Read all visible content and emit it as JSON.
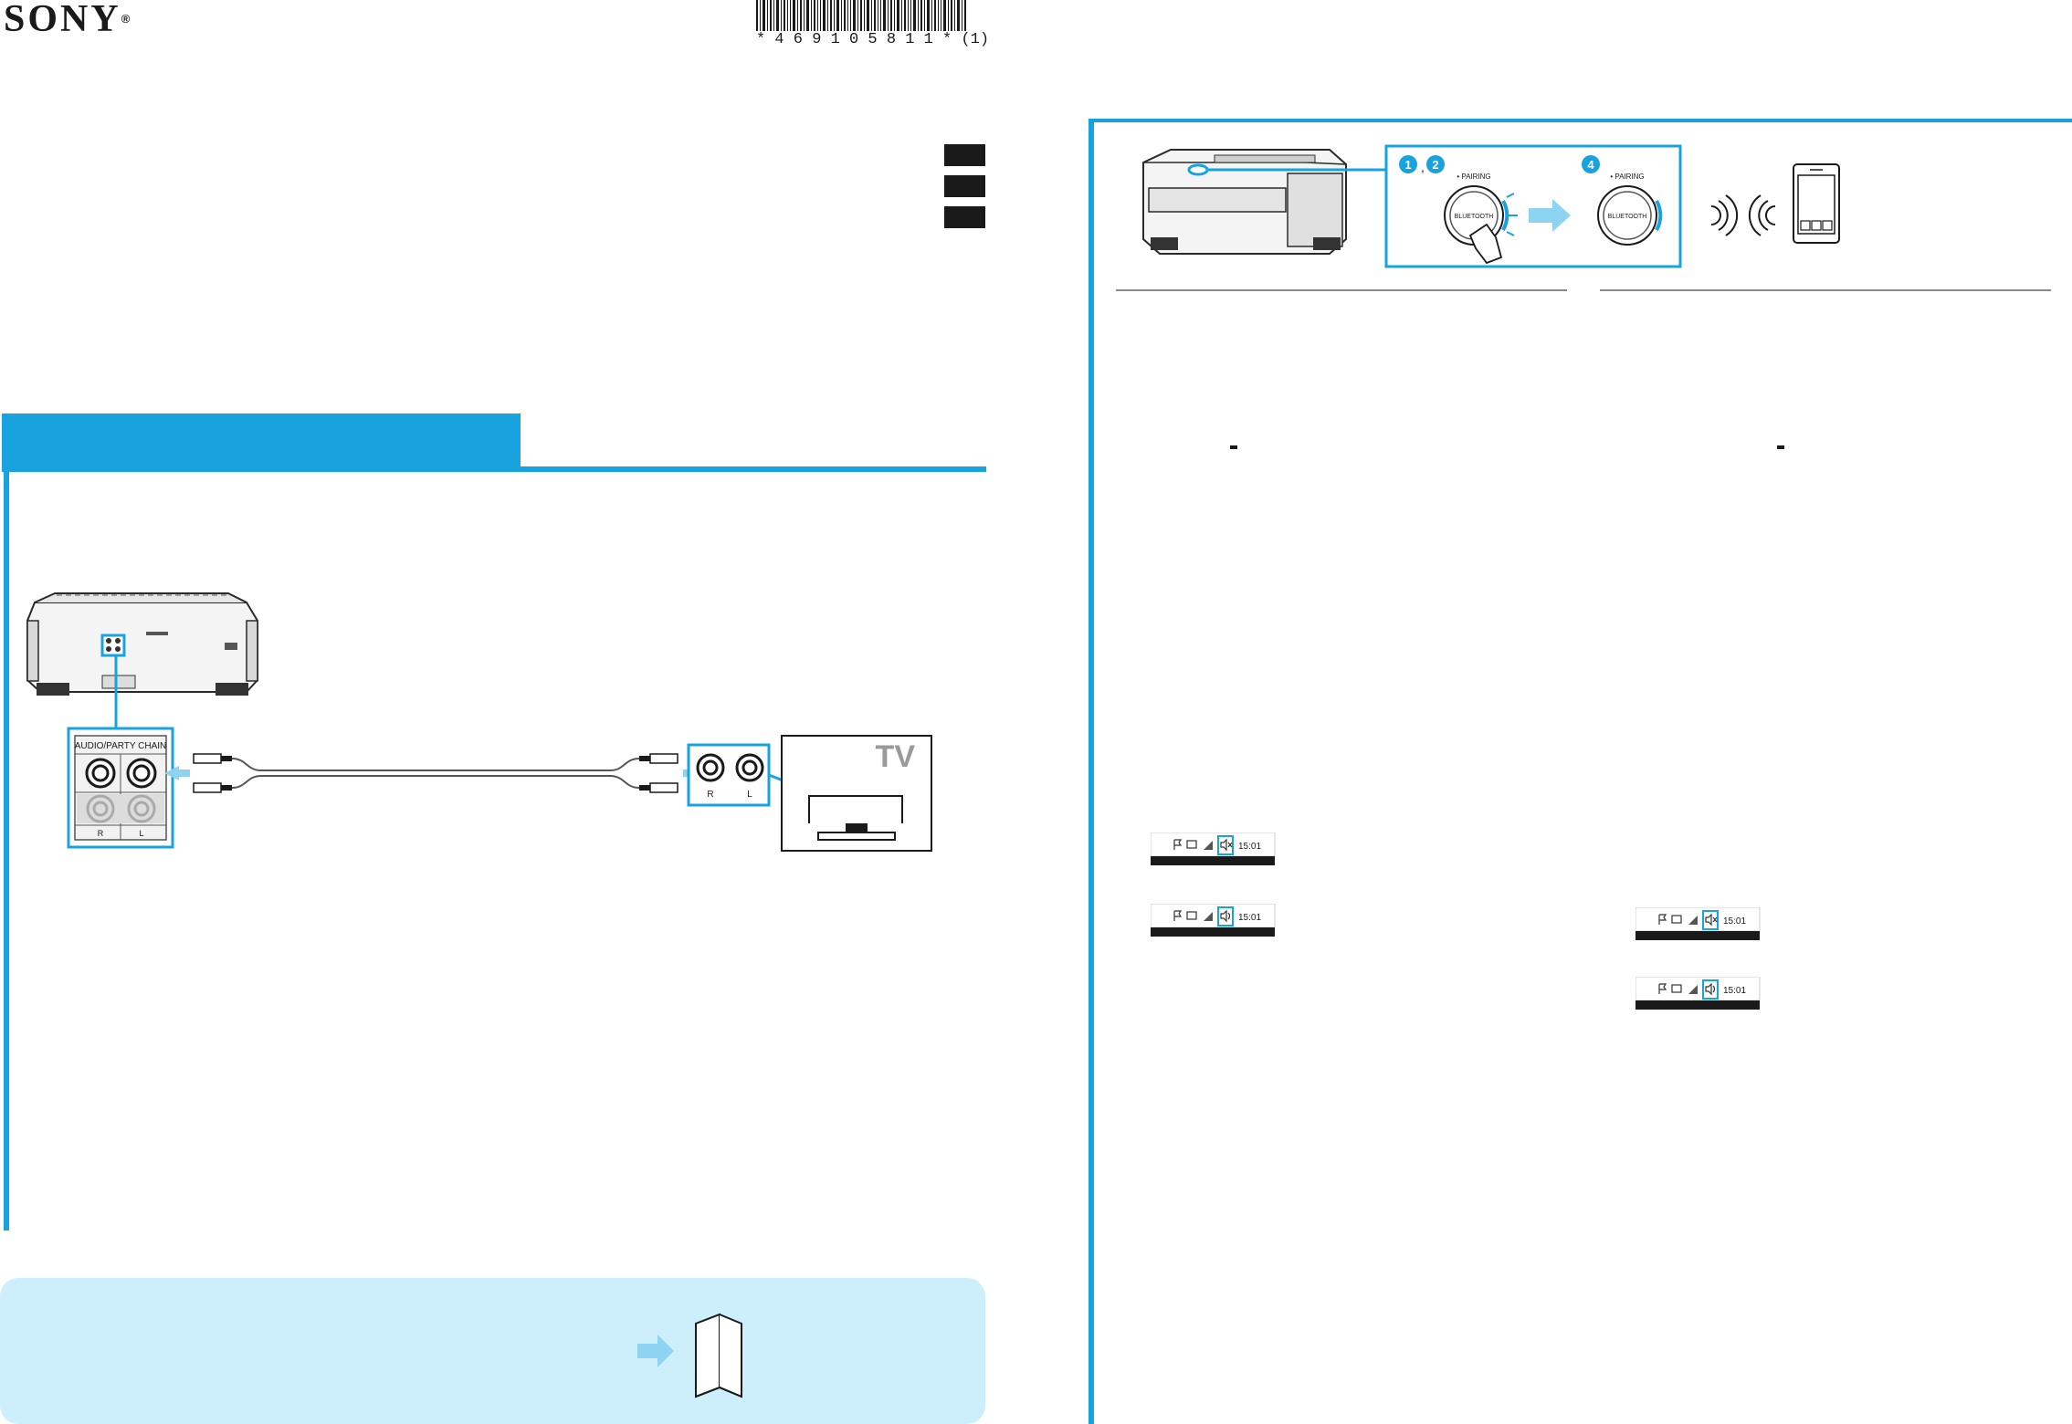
{
  "header": {
    "brand": "SONY",
    "registered_mark": "®",
    "barcode_digits": "* 4 6 9 1 0 5 8 1 1 * (1)"
  },
  "left_section": {
    "panel_label": "AUDIO/PARTY CHAIN",
    "panel_channel_r": "R",
    "panel_channel_l": "L",
    "tv_jack_r": "R",
    "tv_jack_l": "L",
    "tv_label": "TV"
  },
  "right_section": {
    "step_marks": {
      "first": "1",
      "second": "2",
      "fourth": "4",
      "separator": ","
    },
    "pairing_label": "• PAIRING",
    "button_label": "BLUETOOTH",
    "taskbar_time": "15:01"
  },
  "colors": {
    "accent": "#19a3de",
    "footer_bg": "#cdeefb",
    "arrow": "#8fd3f2",
    "text": "#1a1a1a"
  }
}
